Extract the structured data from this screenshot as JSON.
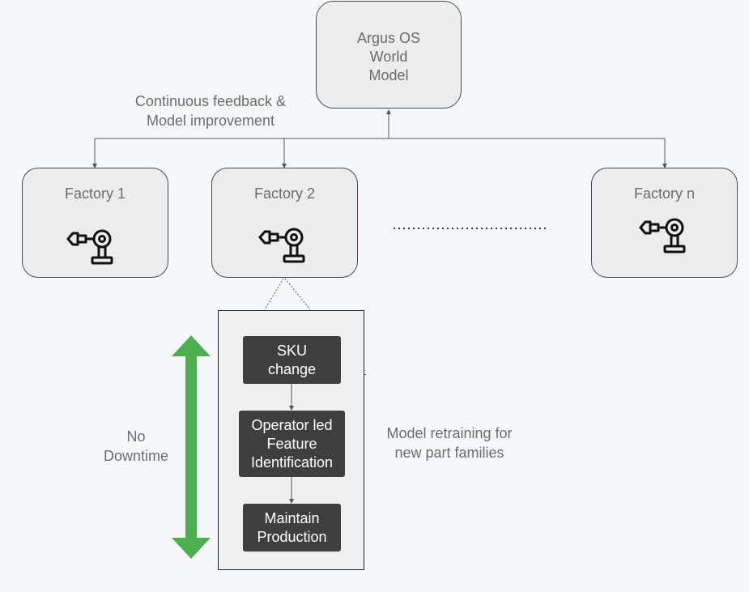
{
  "top_node": {
    "label_lines": [
      "Argus OS",
      "World",
      "Model"
    ]
  },
  "feedback_caption": {
    "lines": [
      "Continuous feedback &",
      "Model improvement"
    ]
  },
  "factories": [
    {
      "label": "Factory 1",
      "icon": "robot-arm-icon"
    },
    {
      "label": "Factory 2",
      "icon": "robot-arm-icon"
    },
    {
      "label": "Factory n",
      "icon": "robot-arm-icon"
    }
  ],
  "workflow": {
    "steps": [
      {
        "lines": [
          "SKU",
          "change"
        ]
      },
      {
        "lines": [
          "Operator led",
          "Feature",
          "Identification"
        ]
      },
      {
        "lines": [
          "Maintain",
          "Production"
        ]
      }
    ]
  },
  "no_downtime": {
    "lines": [
      "No",
      "Downtime"
    ]
  },
  "retraining_caption": {
    "lines": [
      "Model retraining for",
      "new part families"
    ]
  },
  "colors": {
    "accent_arrow": "#4caf50",
    "step_fill": "#3f3f3f",
    "node_fill": "#ececec"
  }
}
